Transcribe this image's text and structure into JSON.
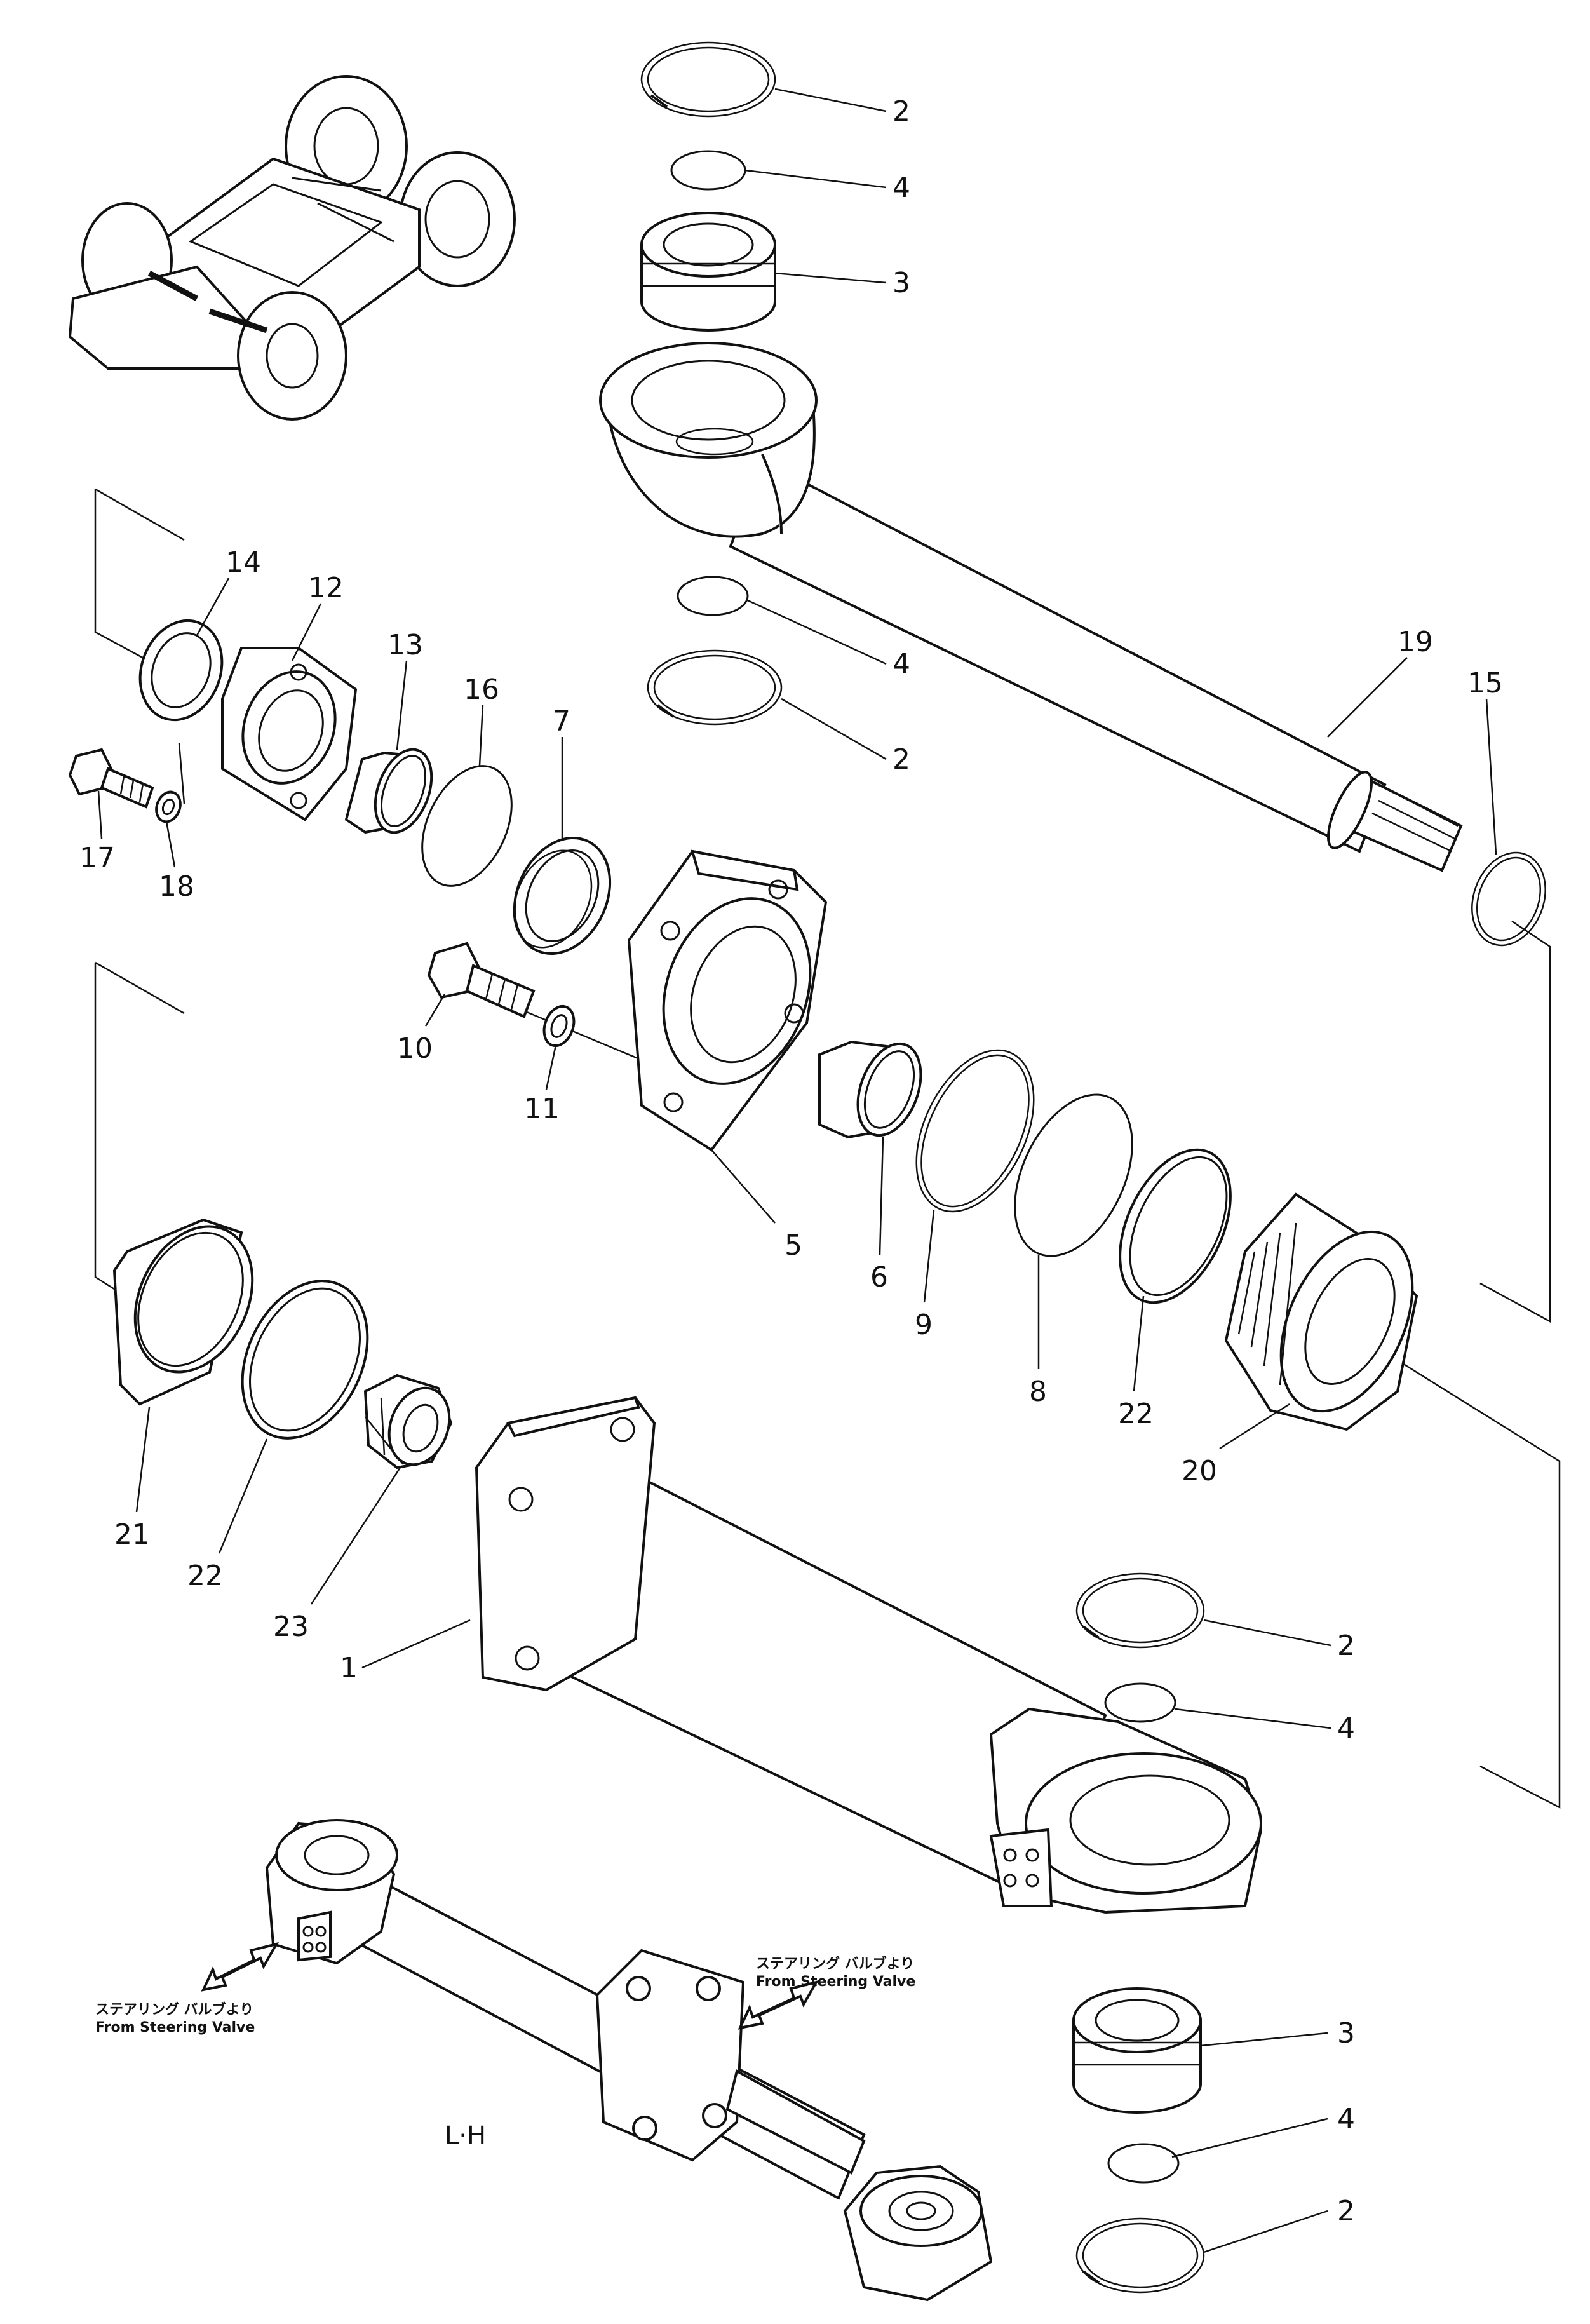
{
  "diagram": {
    "view_label": "L·H",
    "labels": {
      "p2a": "2",
      "p4a": "4",
      "p3a": "3",
      "p4b": "4",
      "p2b": "2",
      "p19": "19",
      "p15": "15",
      "p14": "14",
      "p12": "12",
      "p13": "13",
      "p16": "16",
      "p7": "7",
      "p17": "17",
      "p18": "18",
      "p10": "10",
      "p11": "11",
      "p5": "5",
      "p6": "6",
      "p9": "9",
      "p8": "8",
      "p22a": "22",
      "p20": "20",
      "p21": "21",
      "p22b": "22",
      "p23": "23",
      "p1": "1",
      "p2c": "2",
      "p4c": "4",
      "p3b": "3",
      "p4d": "4",
      "p2d": "2"
    },
    "notes": {
      "left_jp": "ステアリング バルブより",
      "left_en": "From Steering Valve",
      "right_jp": "ステアリング バルブより",
      "right_en": "From Steering Valve"
    }
  }
}
